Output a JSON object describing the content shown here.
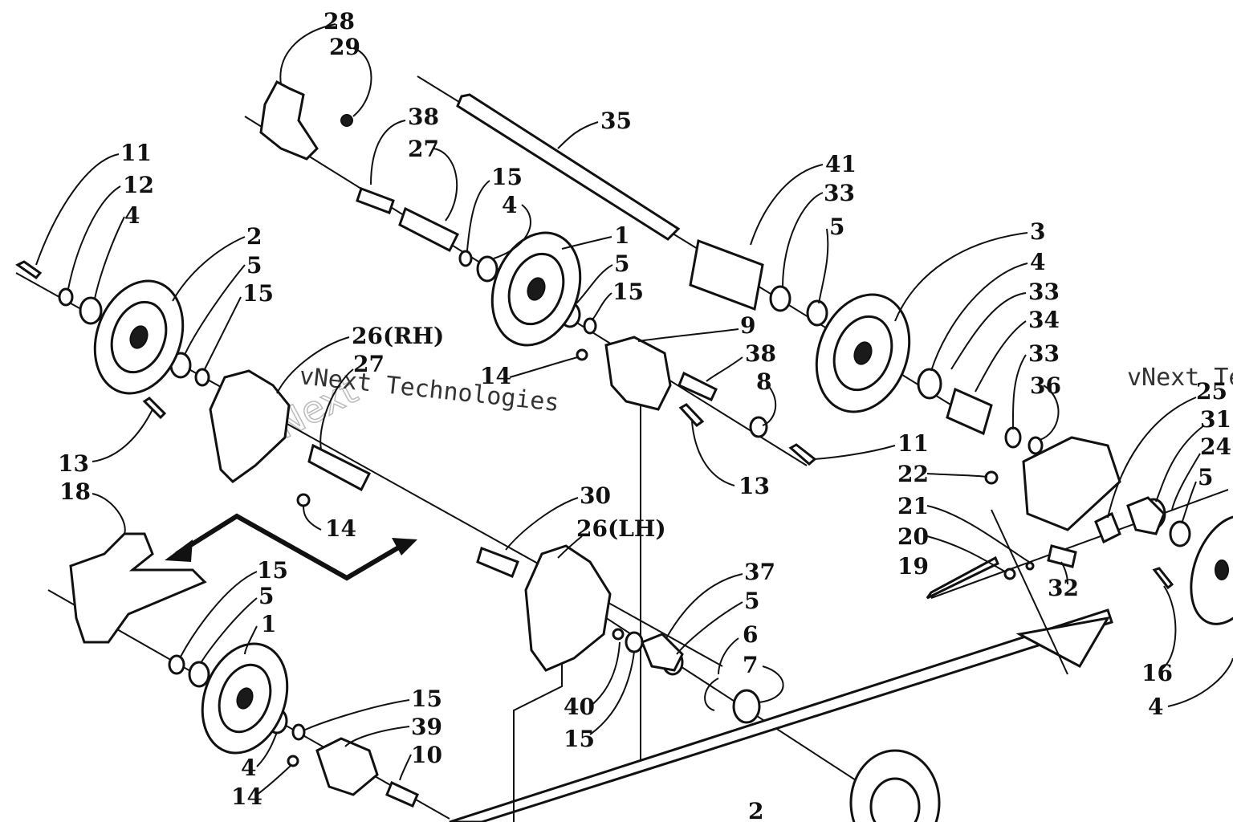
{
  "watermark": {
    "text": "vNext Technologies",
    "right_text": "vNext Te"
  },
  "callouts": {
    "c28": "28",
    "c29": "29",
    "c35": "35",
    "c38a": "38",
    "c27a": "27",
    "c15a": "15",
    "c4a": "4",
    "c1a": "1",
    "c5a": "5",
    "c15b": "15",
    "c41": "41",
    "c33a": "33",
    "c5b": "5",
    "c3": "3",
    "c4b": "4",
    "c33b": "33",
    "c34": "34",
    "c33c": "33",
    "c36": "36",
    "c11a": "11",
    "c12": "12",
    "c4c": "4",
    "c2": "2",
    "c5c": "5",
    "c15c": "15",
    "c26rh": "26(RH)",
    "c27b": "27",
    "c9": "9",
    "c14a": "14",
    "c38b": "38",
    "c8": "8",
    "c13a": "13",
    "c14b": "14",
    "c13b": "13",
    "c11b": "11",
    "c25": "25",
    "c31": "31",
    "c24": "24",
    "c5d": "5",
    "c22": "22",
    "c21": "21",
    "c20": "20",
    "c19": "19",
    "c32": "32",
    "c18": "18",
    "c30": "30",
    "c26lh": "26(LH)",
    "c37": "37",
    "c5e": "5",
    "c6": "6",
    "c7": "7",
    "c40": "40",
    "c15d": "15",
    "c15e": "15",
    "c5f": "5",
    "c1b": "1",
    "c15f": "15",
    "c39": "39",
    "c10": "10",
    "c4d": "4",
    "c14c": "14",
    "c16": "16",
    "c4e": "4",
    "c2b": "2"
  }
}
